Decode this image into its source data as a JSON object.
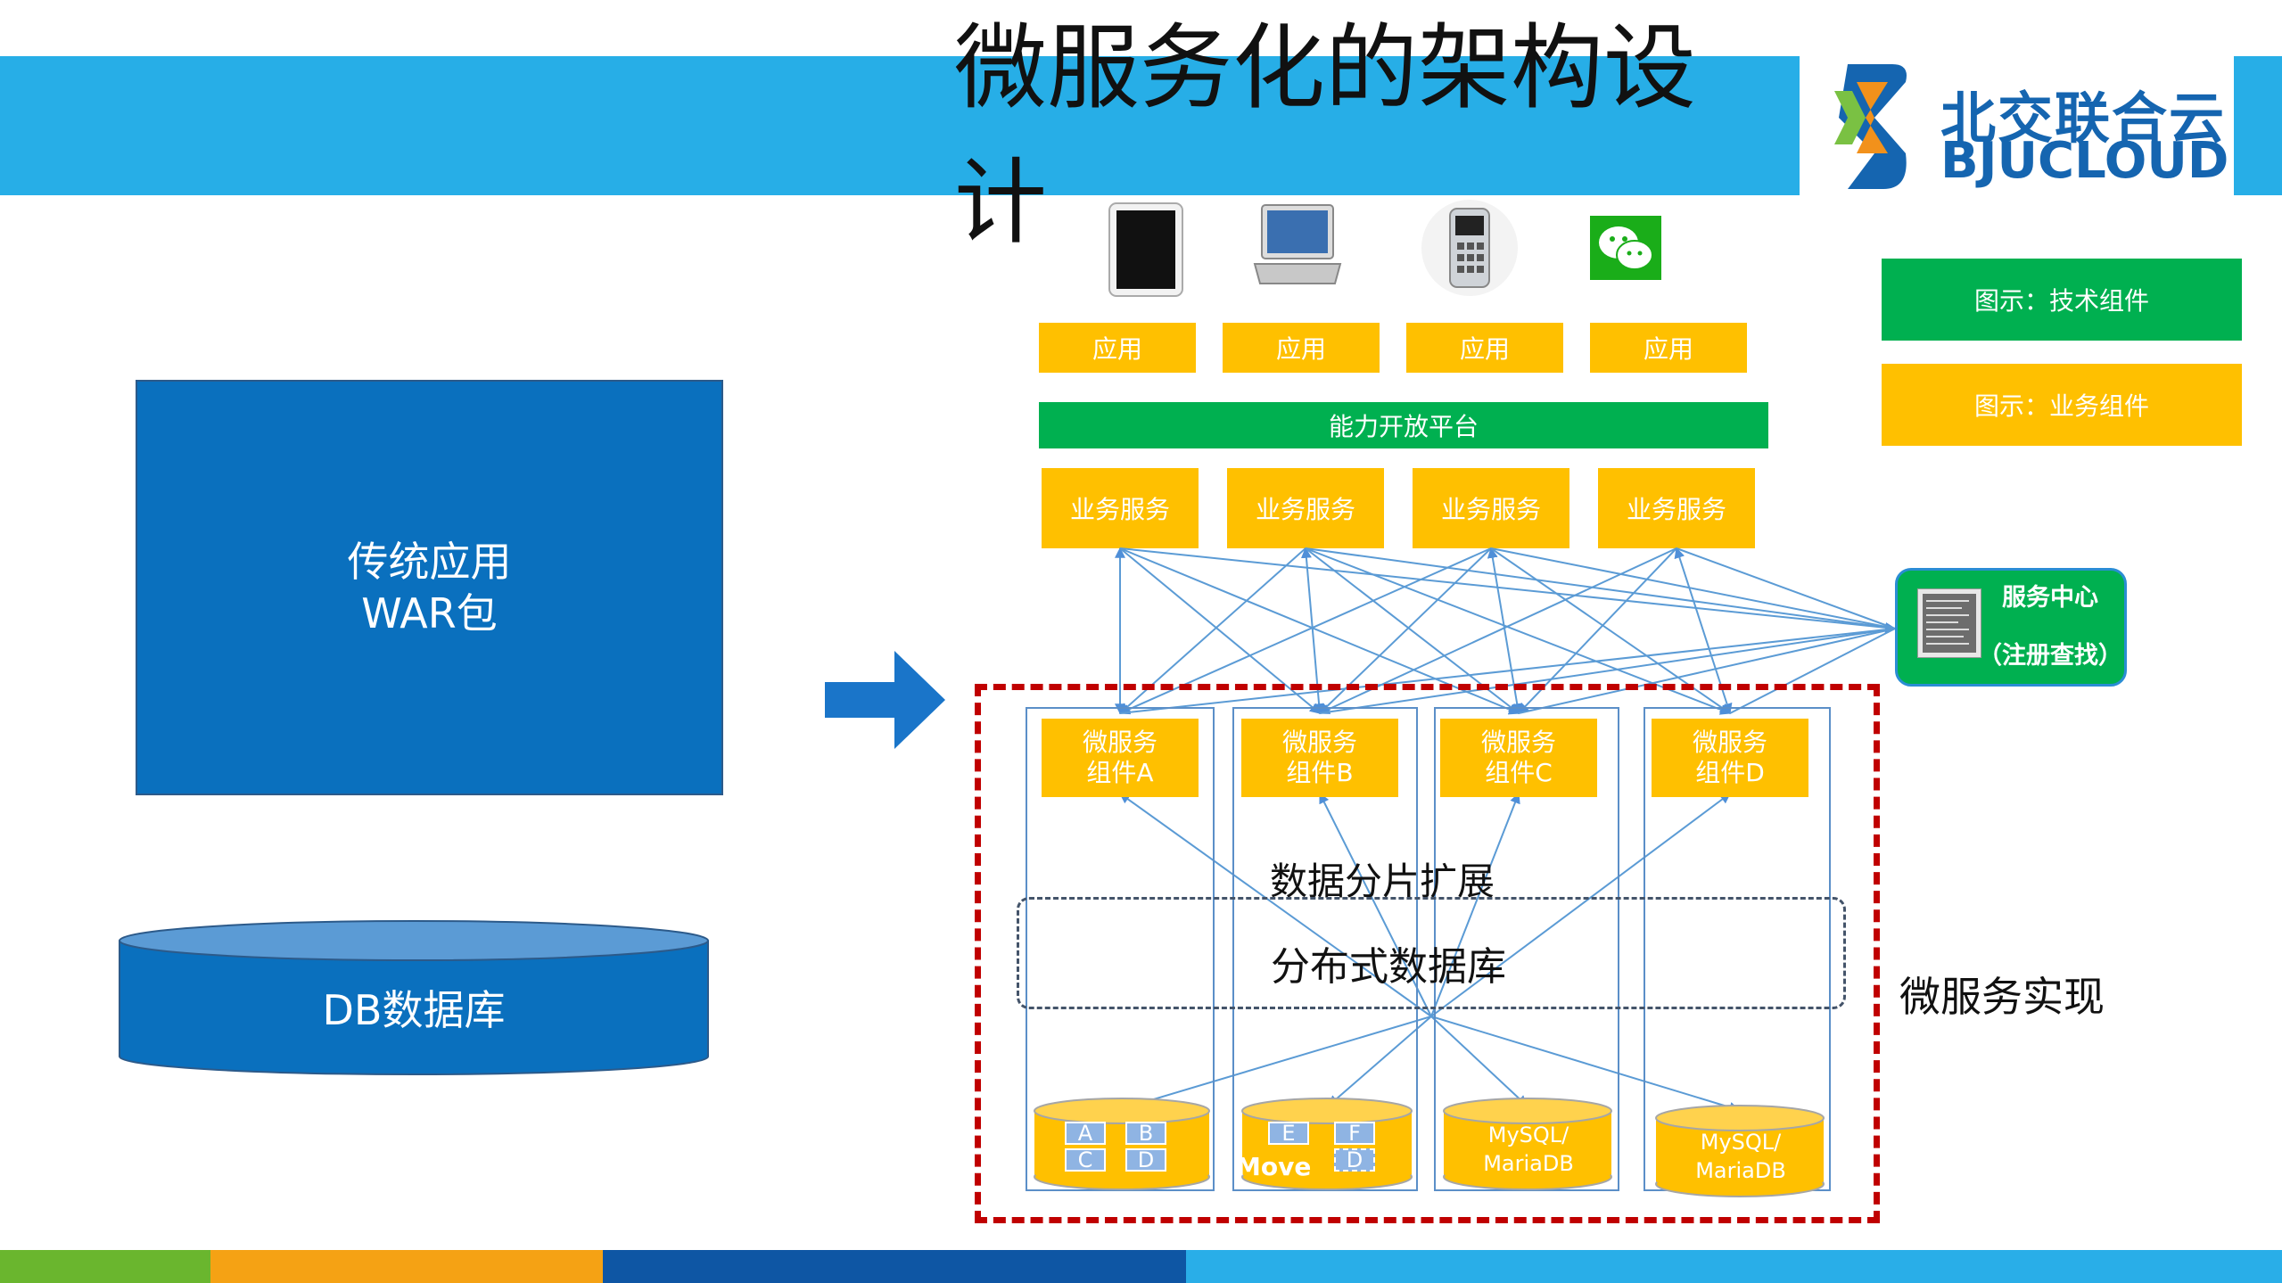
{
  "header": {
    "title": "微服务化的架构设计",
    "logo_cn": "北交联合云",
    "logo_en": "BJUCLOUD"
  },
  "legacy": {
    "app_line1": "传统应用",
    "app_line2": "WAR包",
    "db_label": "DB数据库"
  },
  "devices": [
    "tablet-icon",
    "laptop-icon",
    "phone-icon",
    "wechat-icon"
  ],
  "apps": [
    "应用",
    "应用",
    "应用",
    "应用"
  ],
  "platform_label": "能力开放平台",
  "business_services": [
    "业务服务",
    "业务服务",
    "业务服务",
    "业务服务"
  ],
  "service_center": {
    "line1": "服务中心",
    "line2": "（注册查找）"
  },
  "legend": {
    "tech": "图示：技术组件",
    "business": "图示：业务组件"
  },
  "components": [
    {
      "line1": "微服务",
      "line2": "组件A"
    },
    {
      "line1": "微服务",
      "line2": "组件B"
    },
    {
      "line1": "微服务",
      "line2": "组件C"
    },
    {
      "line1": "微服务",
      "line2": "组件D"
    }
  ],
  "shard_label": "数据分片扩展",
  "distributed_db_label": "分布式数据库",
  "microservice_label": "微服务实现",
  "shards": {
    "db1": [
      "A",
      "B",
      "C",
      "D"
    ],
    "db2": [
      "E",
      "F",
      "D"
    ],
    "move_label": "Move",
    "mysql1": "MySQL/\nMariaDB",
    "mysql2": "MySQL/\nMariaDB"
  },
  "colors": {
    "title_bar": "#27aee7",
    "yellow": "#ffc000",
    "green": "#00b050",
    "legacy_blue": "#0a70be",
    "dash_red": "#c00000"
  }
}
